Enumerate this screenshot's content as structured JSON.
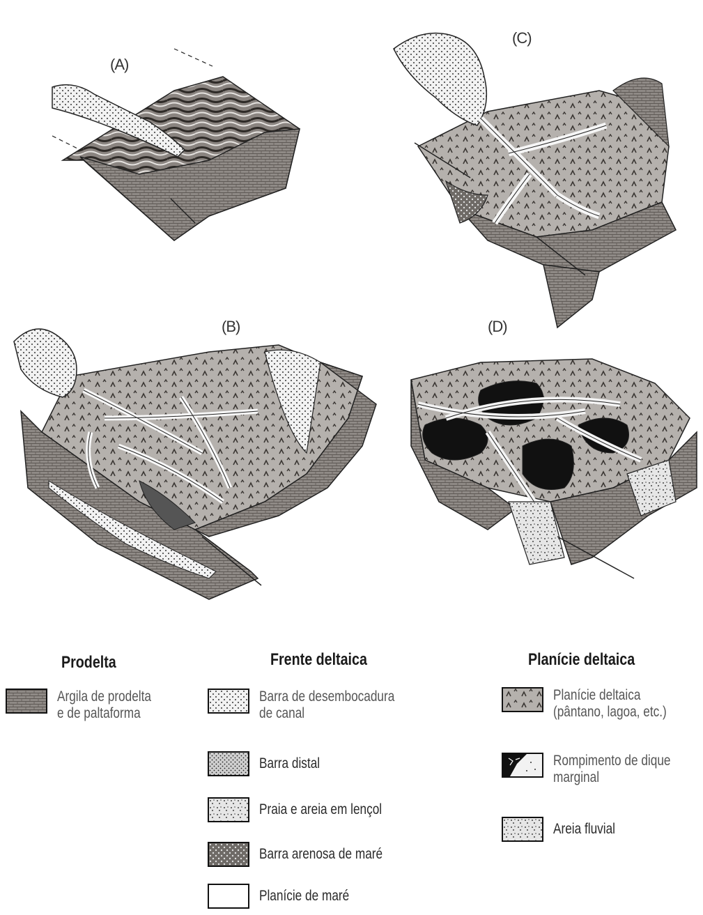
{
  "panels": [
    {
      "label": "(A)"
    },
    {
      "label": "(C)"
    },
    {
      "label": "(B)"
    },
    {
      "label": "(D)"
    }
  ],
  "legend": {
    "prodelta": {
      "heading": "Prodelta",
      "items": [
        {
          "line1": "Argila de prodelta",
          "line2": "e de paltaforma"
        }
      ]
    },
    "frente": {
      "heading": "Frente deltaica",
      "items": [
        {
          "line1": "Barra de desembocadura",
          "line2": "de canal"
        },
        {
          "line1": "Barra distal",
          "line2": ""
        },
        {
          "line1": "Praia e areia em lençol",
          "line2": ""
        },
        {
          "line1": "Barra arenosa de maré",
          "line2": ""
        },
        {
          "line1": "Planície de maré",
          "line2": ""
        }
      ]
    },
    "planicie": {
      "heading": "Planície deltaica",
      "items": [
        {
          "line1": "Planície deltaica",
          "line2": "(pântano, lagoa, etc.)"
        },
        {
          "line1": "Rompimento de dique",
          "line2": "marginal"
        },
        {
          "line1": "Areia fluvial",
          "line2": ""
        }
      ]
    }
  }
}
